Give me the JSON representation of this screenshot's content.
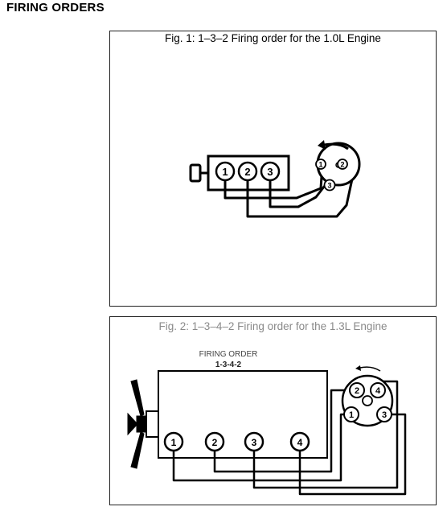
{
  "page": {
    "heading": "FIRING ORDERS"
  },
  "figure1": {
    "caption": "Fig. 1: 1–3–2 Firing order for the 1.0L Engine",
    "cylinders": [
      "1",
      "2",
      "3"
    ],
    "distributor_terminals": [
      "1",
      "2",
      "3"
    ],
    "rotation_arrow_icon": "counterclockwise-arrow-icon"
  },
  "figure2": {
    "caption": "Fig. 2: 1–3–4–2 Firing order for the 1.3L Engine",
    "title_line1": "FIRING ORDER",
    "title_line2": "1-3-4-2",
    "cylinders": [
      "1",
      "2",
      "3",
      "4"
    ],
    "distributor_terminals": [
      "2",
      "4",
      "1",
      "3"
    ],
    "rotation_arrow_icon": "counterclockwise-arrow-icon",
    "fan_icon": "cooling-fan-icon"
  }
}
